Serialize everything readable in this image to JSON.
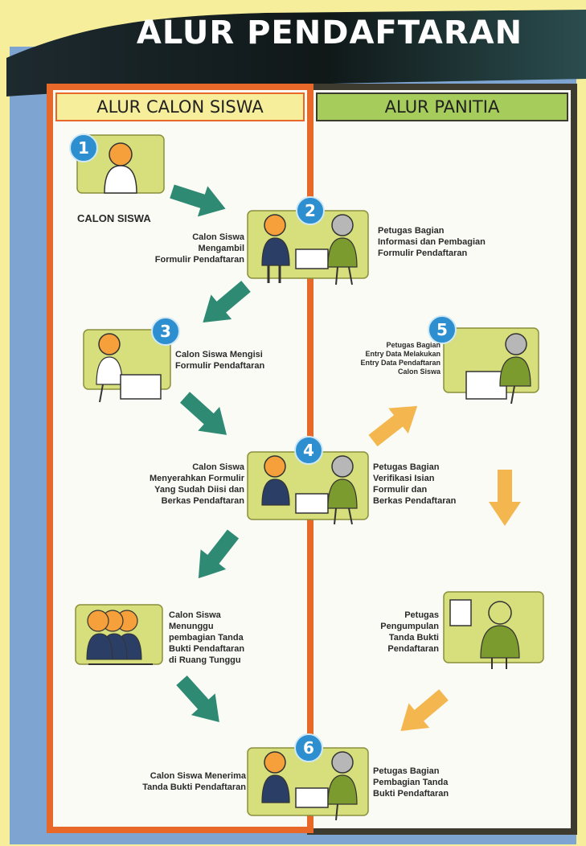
{
  "title": "ALUR PENDAFTARAN",
  "columns": {
    "left": "ALUR CALON SISWA",
    "right": "ALUR PANITIA"
  },
  "steps": [
    {
      "number": "1",
      "caption": "CALON SISWA"
    },
    {
      "number": "2",
      "left_text": "Calon Siswa\nMengambil\nFormulir Pendaftaran",
      "right_text": "Petugas Bagian\nInformasi dan Pembagian\nFormulir Pendaftaran"
    },
    {
      "number": "3",
      "text": "Calon Siswa Mengisi\nFormulir Pendaftaran"
    },
    {
      "number": "4",
      "left_text": "Calon Siswa\nMenyerahkan Formulir\nYang Sudah Diisi dan\nBerkas Pendaftaran",
      "right_text": "Petugas Bagian\nVerifikasi Isian\nFormulir dan\nBerkas Pendaftaran"
    },
    {
      "number": "5",
      "text": "Petugas Bagian\nEntry Data Melakukan\nEntry Data Pendaftaran\nCalon Siswa"
    },
    {
      "text": "Calon Siswa\nMenunggu\npembagian Tanda\nBukti Pendaftaran\ndi Ruang Tunggu"
    },
    {
      "text": "Petugas\nPengumpulan\nTanda Bukti\nPendaftaran"
    },
    {
      "number": "6",
      "left_text": "Calon Siswa Menerima\nTanda Bukti Pendaftaran",
      "right_text": "Petugas Bagian\nPembagian Tanda\nBukti Pendaftaran"
    }
  ],
  "colors": {
    "left_frame": "#e8682a",
    "right_frame": "#3d3a2f",
    "card": "#d6df7c",
    "student_arrow": "#2f8a73",
    "staff_arrow": "#f4b64f",
    "badge": "#2e8fd0",
    "background": "#7ea4d1"
  }
}
